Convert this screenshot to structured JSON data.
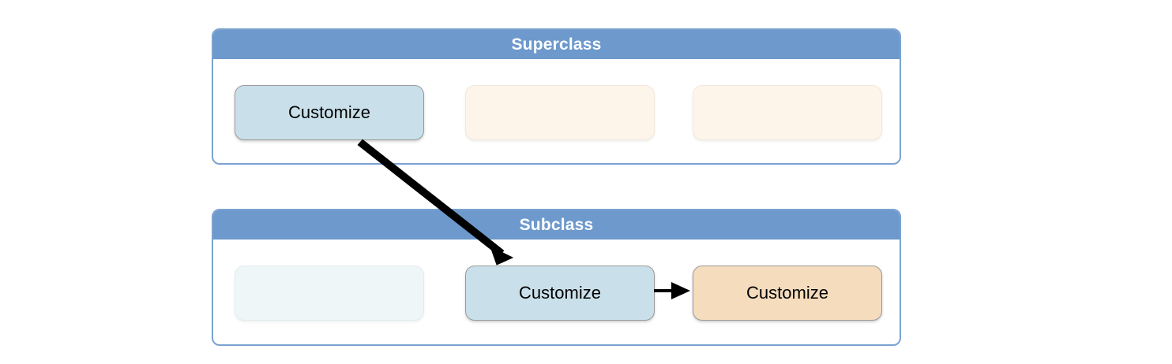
{
  "diagram": {
    "title_text_color": "#ffffff",
    "header_color": "#6d99cc",
    "panel_border_color": "#7ba2d0",
    "background_color": "#ffffff",
    "accent_blue_fill": "#c9e0ea",
    "accent_tan_fill": "#f4dcbd",
    "empty_cream_fill": "#fdf4ea",
    "empty_paleblue_fill": "#eff6f8",
    "arrow_color": "#000000"
  },
  "panels": [
    {
      "id": "superclass",
      "title": "Superclass",
      "slots": [
        {
          "label": "Customize",
          "style": "filled-blue"
        },
        {
          "label": "",
          "style": "empty-cream"
        },
        {
          "label": "",
          "style": "empty-cream"
        }
      ]
    },
    {
      "id": "subclass",
      "title": "Subclass",
      "slots": [
        {
          "label": "",
          "style": "empty-paleblue"
        },
        {
          "label": "Customize",
          "style": "filled-blue"
        },
        {
          "label": "Customize",
          "style": "filled-tan"
        }
      ]
    }
  ],
  "connectors": [
    {
      "name": "override-arrow",
      "from": "superclass-slot-1",
      "to": "subclass-slot-2",
      "style": "diagonal-outline-arrow"
    },
    {
      "name": "flow-arrow",
      "from": "subclass-slot-2",
      "to": "subclass-slot-3",
      "style": "horizontal-solid-arrow"
    }
  ]
}
